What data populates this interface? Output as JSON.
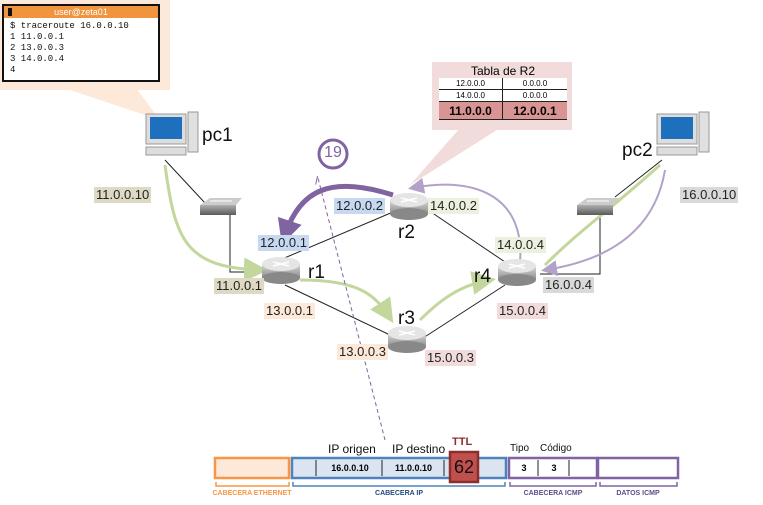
{
  "terminal": {
    "title": "user@zeta01",
    "lines": [
      "$ traceroute 16.0.0.10",
      "1 11.0.0.1",
      "2 13.0.0.3",
      "3 14.0.0.4",
      "4"
    ]
  },
  "routing_table": {
    "title": "Tabla de R2",
    "rows": [
      {
        "dest": "12.0.0.0",
        "gw": "0.0.0.0"
      },
      {
        "dest": "14.0.0.0",
        "gw": "0.0.0.0"
      },
      {
        "dest": "11.0.0.0",
        "gw": "12.0.0.1",
        "highlight": true
      }
    ]
  },
  "step_badge": "19",
  "hosts": {
    "pc1": "pc1",
    "pc2": "pc2"
  },
  "routers": {
    "r1": "r1",
    "r2": "r2",
    "r3": "r3",
    "r4": "r4"
  },
  "addresses": {
    "pc1": "11.0.0.10",
    "r1_lan": "11.0.0.1",
    "r1_r2": "12.0.0.1",
    "r1_r3": "13.0.0.1",
    "r2_r1": "12.0.0.2",
    "r2_r4": "14.0.0.2",
    "r3_r1": "13.0.0.3",
    "r3_r4": "15.0.0.3",
    "r4_r2": "14.0.0.4",
    "r4_r3": "15.0.0.4",
    "r4_lan": "16.0.0.4",
    "pc2": "16.0.0.10"
  },
  "colors": {
    "lan1": "#ddd9c3",
    "net12": "#c6d9f1",
    "net13": "#fde9d9",
    "net14": "#ebf1de",
    "net15": "#f2dcdb",
    "lan2": "#d9d9d9",
    "green_path": "#c3d69b",
    "purple_path": "#b2a2c7",
    "purple_strong": "#8064a2",
    "ethernet": "#f79646",
    "ip": "#4f81bd",
    "icmp": "#8064a2",
    "ttl": "#c0504d"
  },
  "packet": {
    "labels": {
      "ip_src": "IP origen",
      "ip_dst": "IP destino",
      "ttl": "TTL",
      "type": "Tipo",
      "code": "Código"
    },
    "ip_src": "16.0.0.10",
    "ip_dst": "11.0.0.10",
    "ttl": "62",
    "icmp_type": "3",
    "icmp_code": "3",
    "sections": {
      "ethernet": "CABECERA ETHERNET",
      "ip": "CABECERA IP",
      "icmp_header": "CABECERA ICMP",
      "icmp_data": "DATOS ICMP"
    }
  }
}
